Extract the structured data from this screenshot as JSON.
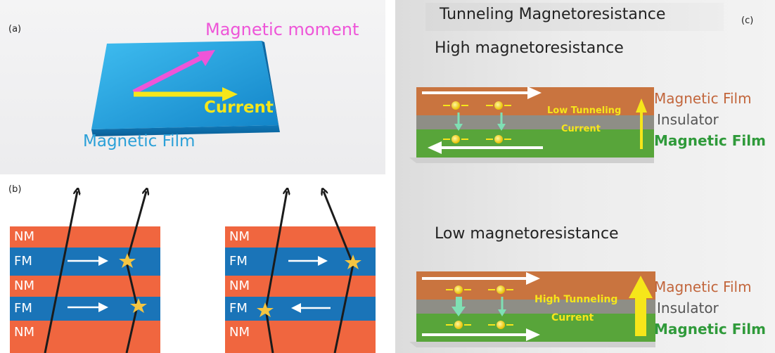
{
  "panel_a": {
    "label": "(a)",
    "moment_label": "Magnetic moment",
    "current_label": "Current",
    "film_label": "Magnetic Film",
    "colors": {
      "moment": "#ee55d8",
      "current": "#f6e61a",
      "film": "#1f9fd8"
    }
  },
  "panel_b": {
    "label": "(b)",
    "left_stack": [
      "NM",
      "FM",
      "NM",
      "FM",
      "NM"
    ],
    "right_stack": [
      "NM",
      "FM",
      "NM",
      "FM",
      "NM"
    ],
    "colors": {
      "nm": "#f0663f",
      "fm": "#1a74b8"
    }
  },
  "panel_c": {
    "label": "(c)",
    "title": "Tunneling Magnetoresistance",
    "high": {
      "heading": "High magnetoresistance",
      "current_line1": "Low Tunneling",
      "current_line2": "Current",
      "legend": [
        "Magnetic Film",
        "Insulator",
        "Magnetic Film"
      ]
    },
    "low": {
      "heading": "Low magnetoresistance",
      "current_line1": "High Tunneling",
      "current_line2": "Current",
      "legend": [
        "Magnetic Film",
        "Insulator",
        "Magnetic Film"
      ]
    },
    "colors": {
      "top_film": "#c9743f",
      "insulator": "#8e8e86",
      "bottom_film": "#58a53a",
      "legend_top": "#c2663c",
      "legend_mid": "#555555",
      "legend_bottom": "#2f9a3a"
    }
  }
}
